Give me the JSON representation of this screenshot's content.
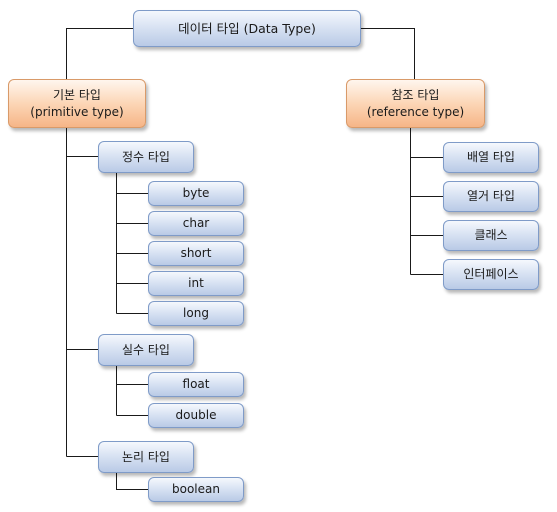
{
  "root": {
    "label": "데이터 타입 (Data Type)"
  },
  "primitive": {
    "title": "기본 타입",
    "subtitle": "(primitive type)",
    "groups": [
      {
        "label": "정수 타입",
        "items": [
          "byte",
          "char",
          "short",
          "int",
          "long"
        ]
      },
      {
        "label": "실수 타입",
        "items": [
          "float",
          "double"
        ]
      },
      {
        "label": "논리 타입",
        "items": [
          "boolean"
        ]
      }
    ]
  },
  "reference": {
    "title": "참조 타입",
    "subtitle": "(reference type)",
    "items": [
      "배열 타입",
      "열거 타입",
      "클래스",
      "인터페이스"
    ]
  },
  "colors": {
    "blue_box": "#d9e3f3",
    "blue_border": "#7f9bc8",
    "orange_box": "#fcd6b6",
    "orange_border": "#d99a69",
    "connector": "#1a1a1a"
  }
}
